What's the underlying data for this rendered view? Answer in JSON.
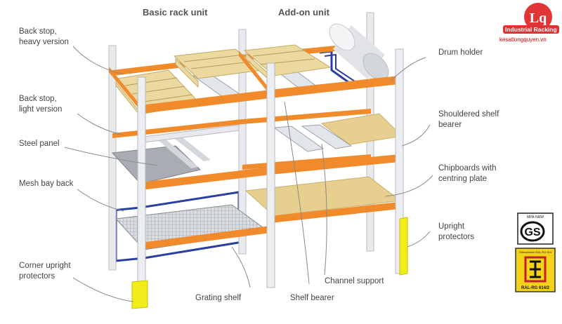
{
  "headings": {
    "basic": "Basic rack unit",
    "addon": "Add-on unit"
  },
  "labels": {
    "back_stop_heavy": "Back stop,\nheavy version",
    "back_stop_light": "Back stop,\nlight version",
    "steel_panel": "Steel panel",
    "mesh_bay_back": "Mesh bay back",
    "corner_upright_protectors": "Corner upright\nprotectors",
    "grating_shelf": "Grating shelf",
    "shelf_bearer": "Shelf bearer",
    "channel_support": "Channel support",
    "drum_holder": "Drum holder",
    "shouldered_shelf_bearer": "Shouldered shelf\nbearer",
    "chipboards": "Chipboards with\ncentring plate",
    "upright_protectors": "Upright\nprotectors"
  },
  "watermark": {
    "logo_mark": "Lq",
    "brand": "Industrial Racking",
    "site": "kesatlongquyen.vn"
  },
  "badges": {
    "gs_top": "MPA-NRW",
    "gs_mark": "GS",
    "ral_top": "Gütezeichen RAL-RG 614",
    "ral_bottom": "RAL-RG 614/2"
  },
  "colors": {
    "beam": "#f08a2a",
    "upright": "#e4e7ec",
    "pallet": "#ecd9a0",
    "mesh_back": "#2a3fa0",
    "protector": "#f2ec1a",
    "leader": "#8a8a8a",
    "logo_red": "#e03535"
  }
}
